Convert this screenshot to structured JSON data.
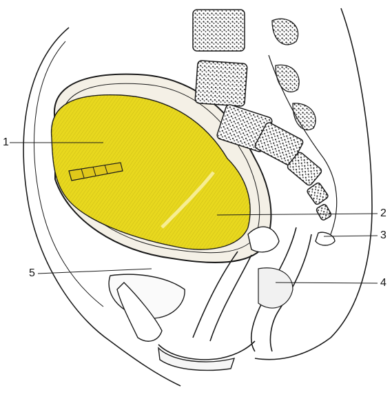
{
  "colors": {
    "line": "#1a1a1a",
    "fetus_fill": "#e8d81e",
    "fetus_hatch": "#b5a612",
    "bone": "#ffffff",
    "bone_speckle": "#222222",
    "background": "#ffffff"
  },
  "labels": {
    "l1": "1",
    "l2": "2",
    "l3": "3",
    "l4": "4",
    "l5": "5"
  }
}
